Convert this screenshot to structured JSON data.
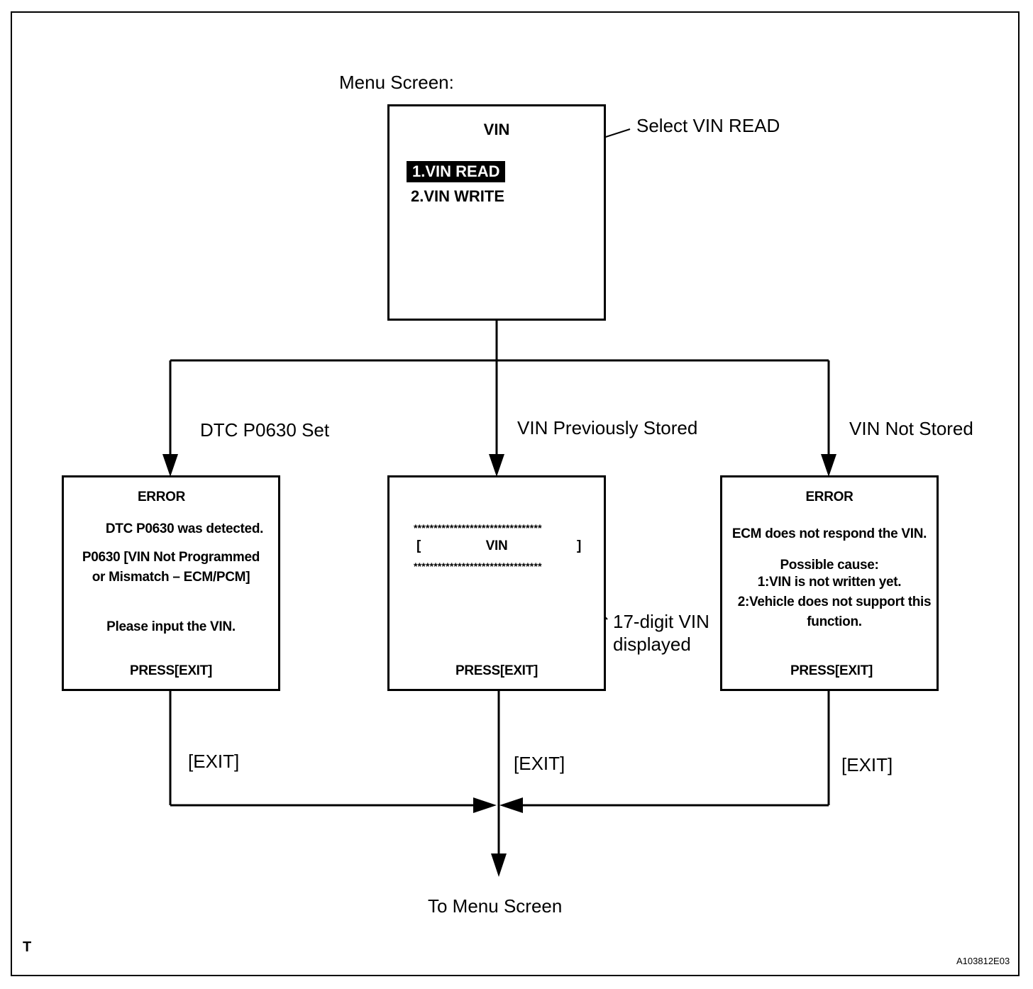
{
  "menu_label": "Menu Screen:",
  "menu_screen": {
    "title": "VIN",
    "item_1": "1.VIN READ",
    "item_2": "2.VIN WRITE"
  },
  "callout_select": "Select VIN READ",
  "branches": {
    "left": "DTC P0630 Set",
    "middle": "VIN Previously Stored",
    "right": "VIN Not Stored"
  },
  "left_screen": {
    "title": "ERROR",
    "line1": "DTC P0630 was detected.",
    "line2": "P0630  [VIN Not Programmed",
    "line3": "or Mismatch – ECM/PCM]",
    "line4": "Please input the VIN.",
    "press": "PRESS[EXIT]"
  },
  "middle_screen": {
    "stars_top": "********************************",
    "bracket_left": "[",
    "vin": "VIN",
    "bracket_right": "]",
    "stars_bottom": "********************************",
    "press": "PRESS[EXIT]"
  },
  "callout_vin_line1": "17-digit VIN",
  "callout_vin_line2": "displayed",
  "right_screen": {
    "title": "ERROR",
    "line1": "ECM does not respond the VIN.",
    "line2": "Possible cause:",
    "line3": "1:VIN is not written yet.",
    "line4": "2:Vehicle does not support this",
    "line5": "function.",
    "press": "PRESS[EXIT]"
  },
  "exit_labels": {
    "left": "[EXIT]",
    "middle": "[EXIT]",
    "right": "[EXIT]"
  },
  "bottom_label": "To Menu Screen",
  "corner_mark": "T",
  "figure_id": "A103812E03"
}
